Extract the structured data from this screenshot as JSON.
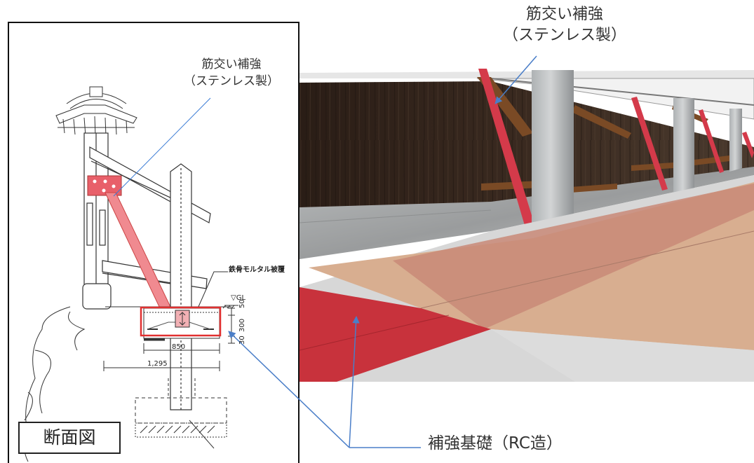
{
  "labels": {
    "brace_left_line1": "筋交い補強",
    "brace_left_line2": "（ステンレス製）",
    "brace_right_line1": "筋交い補強",
    "brace_right_line2": "（ステンレス製）",
    "foundation": "補強基礎（RC造）",
    "section": "断面図",
    "coating": "鉄骨モルタル被覆",
    "gl": "▽GL",
    "dim_850": "850",
    "dim_1295": "1,295",
    "dim_50": "50",
    "dim_300": "300",
    "dim_30": "30"
  },
  "colors": {
    "brace_red": "#e8606a",
    "highlight_red": "#e03030",
    "arrow_blue": "#4a7ec8",
    "foundation_red": "#c8323c",
    "floor_tan": "#d8ae90"
  }
}
